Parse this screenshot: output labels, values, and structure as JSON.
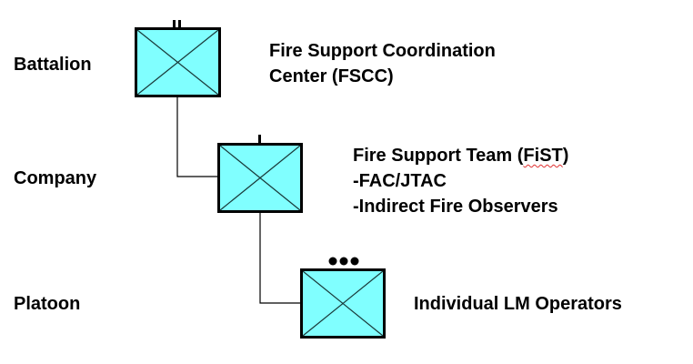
{
  "colors": {
    "unit_fill": "#80FFFF",
    "unit_stroke": "#000000",
    "connector": "#000000",
    "text": "#000000",
    "spellcheck_underline": "#e03030"
  },
  "echelons": [
    {
      "level": "Battalion",
      "echelon_symbol": "II",
      "description_lines": [
        "Fire Support Coordination",
        "Center (FSCC)"
      ]
    },
    {
      "level": "Company",
      "echelon_symbol": "I",
      "description_lines": [
        "Fire Support Team (FiST)",
        "-FAC/JTAC",
        "-Indirect Fire Observers"
      ],
      "spellcheck_flagged_word": "FiST"
    },
    {
      "level": "Platoon",
      "echelon_symbol": "•••",
      "description_lines": [
        "Individual LM Operators"
      ]
    }
  ]
}
